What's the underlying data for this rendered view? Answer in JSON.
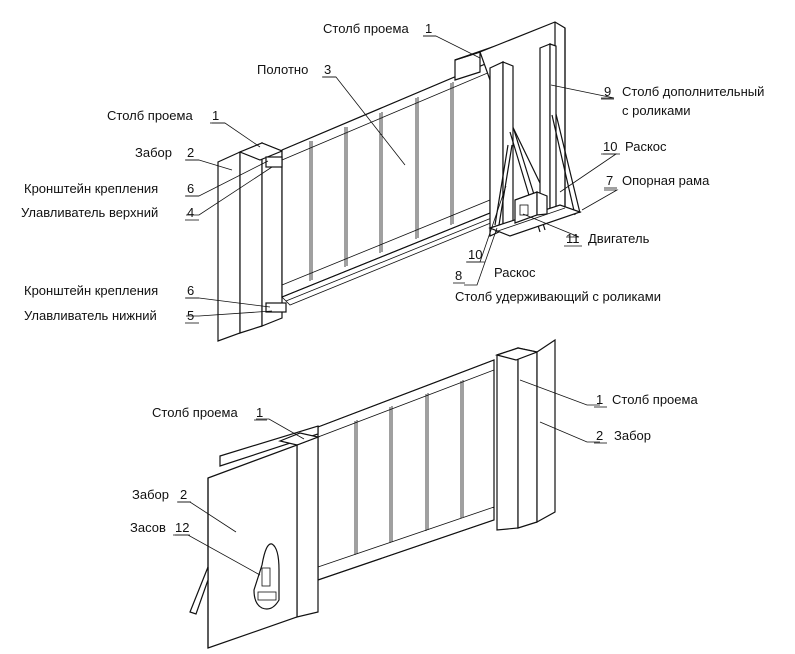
{
  "labels": {
    "top_post_1": {
      "text": "Столб проема",
      "num": "1"
    },
    "canvas_3": {
      "text": "Полотно",
      "num": "3"
    },
    "left_post_1": {
      "text": "Столб проема",
      "num": "1"
    },
    "fence_2": {
      "text": "Забор",
      "num": "2"
    },
    "bracket_6_top": {
      "text": "Кронштейн крепления",
      "num": "6"
    },
    "catcher_upper_4": {
      "text": "Улавливатель верхний",
      "num": "4"
    },
    "bracket_6_bottom": {
      "text": "Кронштейн крепления",
      "num": "6"
    },
    "catcher_lower_5": {
      "text": "Улавливатель нижний",
      "num": "5"
    },
    "extra_post_9": {
      "text": "Столб дополнительный",
      "text2": "с роликами",
      "num": "9"
    },
    "brace_10_right": {
      "text": "Раскос",
      "num": "10"
    },
    "support_frame_7": {
      "text": "Опорная рама",
      "num": "7"
    },
    "motor_11": {
      "text": "Двигатель",
      "num": "11"
    },
    "brace_10_bottom": {
      "text": "Раскос",
      "num": "10"
    },
    "holding_post_8": {
      "text": "Столб удерживающий с роликами",
      "num": "8"
    },
    "b_post_1_left": {
      "text": "Столб проема",
      "num": "1"
    },
    "b_fence_2_left": {
      "text": "Забор",
      "num": "2"
    },
    "b_latch_12": {
      "text": "Засов",
      "num": "12"
    },
    "b_post_1_right": {
      "text": "Столб проема",
      "num": "1"
    },
    "b_fence_2_right": {
      "text": "Забор",
      "num": "2"
    }
  }
}
